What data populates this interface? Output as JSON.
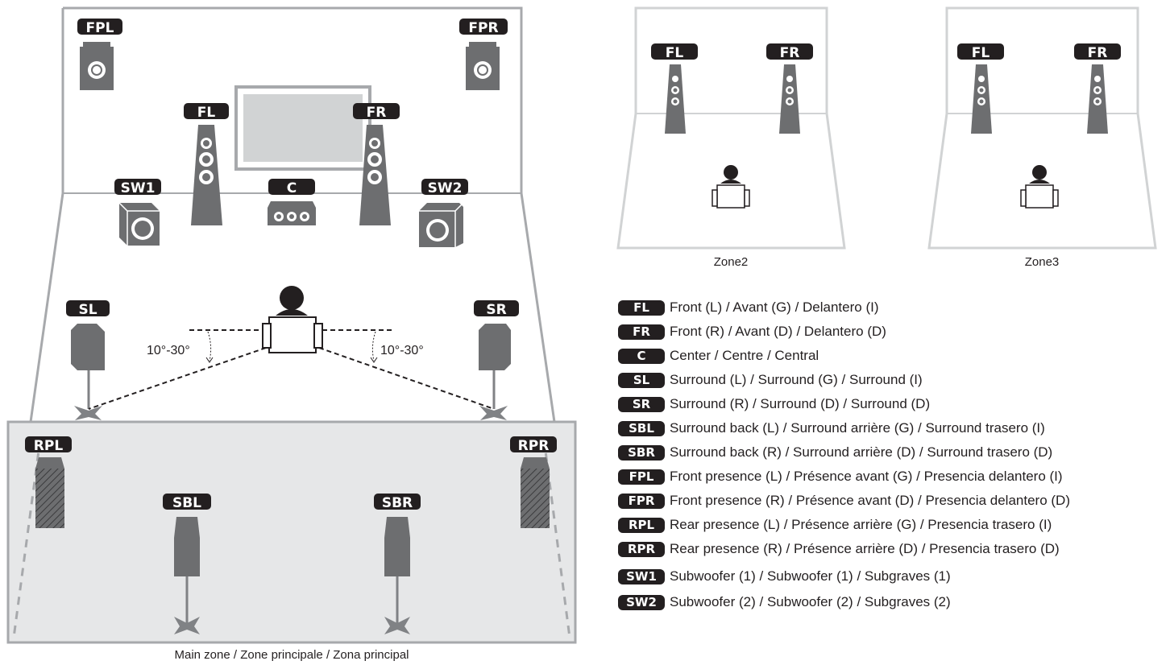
{
  "main_zone": {
    "caption": "Main zone / Zone principale / Zona principal",
    "angle_left": "10°-30°",
    "angle_right": "10°-30°",
    "badges": {
      "fpl": "FPL",
      "fpr": "FPR",
      "fl": "FL",
      "fr": "FR",
      "sw1": "SW1",
      "c": "C",
      "sw2": "SW2",
      "sl": "SL",
      "sr": "SR",
      "rpl": "RPL",
      "rpr": "RPR",
      "sbl": "SBL",
      "sbr": "SBR"
    }
  },
  "zone2": {
    "caption": "Zone2",
    "badge_fl": "FL",
    "badge_fr": "FR"
  },
  "zone3": {
    "caption": "Zone3",
    "badge_fl": "FL",
    "badge_fr": "FR"
  },
  "legend": [
    {
      "badge": "FL",
      "text": "Front (L) / Avant (G) / Delantero (I)"
    },
    {
      "badge": "FR",
      "text": "Front (R) / Avant (D) / Delantero (D)"
    },
    {
      "badge": "C",
      "text": "Center / Centre / Central"
    },
    {
      "badge": "SL",
      "text": "Surround (L) / Surround (G) / Surround (I)"
    },
    {
      "badge": "SR",
      "text": "Surround (R) / Surround (D) / Surround (D)"
    },
    {
      "badge": "SBL",
      "text": "Surround back (L) / Surround arrière (G) / Surround trasero (I)"
    },
    {
      "badge": "SBR",
      "text": "Surround back (R) / Surround arrière (D) / Surround trasero (D)"
    },
    {
      "badge": "FPL",
      "text": "Front presence (L) / Présence avant (G) / Presencia delantero (I)"
    },
    {
      "badge": "FPR",
      "text": "Front presence (R) / Présence avant (D) / Presencia delantero (D)"
    },
    {
      "badge": "RPL",
      "text": "Rear presence (L) / Présence arrière (G) / Presencia trasero (I)"
    },
    {
      "badge": "RPR",
      "text": "Rear presence (R) / Présence arrière (D) / Presencia trasero (D)"
    },
    {
      "badge": "SW1",
      "text": "Subwoofer (1) / Subwoofer (1) / Subgraves (1)"
    },
    {
      "badge": "SW2",
      "text": "Subwoofer (2) / Subwoofer (2) / Subgraves (2)"
    }
  ]
}
